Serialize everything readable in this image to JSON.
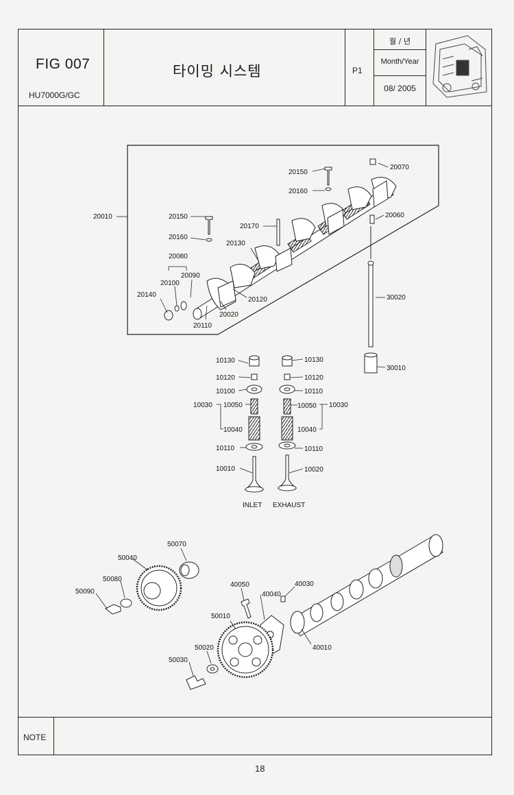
{
  "header": {
    "fig": "FIG 007",
    "model": "HU7000G/GC",
    "title": "타이밍 시스템",
    "page": "P1",
    "month_year_kr": "월 / 년",
    "month_year_en": "Month/Year",
    "date": "08/ 2005"
  },
  "parts": {
    "p20010": "20010",
    "p20150a": "20150",
    "p20160a": "20160",
    "p20080": "20080",
    "p20090": "20090",
    "p20100": "20100",
    "p20140": "20140",
    "p20110": "20110",
    "p20020": "20020",
    "p20120": "20120",
    "p20130": "20130",
    "p20170": "20170",
    "p20150b": "20150",
    "p20160b": "20160",
    "p20070": "20070",
    "p20060": "20060",
    "p30020": "30020",
    "p30010": "30010",
    "p10130a": "10130",
    "p10120a": "10120",
    "p10100": "10100",
    "p10030a": "10030",
    "p10050a": "10050",
    "p10040a": "10040",
    "p10110a": "10110",
    "p10010": "10010",
    "p10130b": "10130",
    "p10120b": "10120",
    "p10110b": "10110",
    "p10050b": "10050",
    "p10030b": "10030",
    "p10040b": "10040",
    "p10110c": "10110",
    "p10020": "10020",
    "inlet": "INLET",
    "exhaust": "EXHAUST",
    "p50070": "50070",
    "p50040": "50040",
    "p50080": "50080",
    "p50090": "50090",
    "p40050": "40050",
    "p40030": "40030",
    "p40040": "40040",
    "p50010": "50010",
    "p50020": "50020",
    "p50030": "50030",
    "p40010": "40010"
  },
  "footer": {
    "note_label": "NOTE",
    "page_number": "18"
  }
}
